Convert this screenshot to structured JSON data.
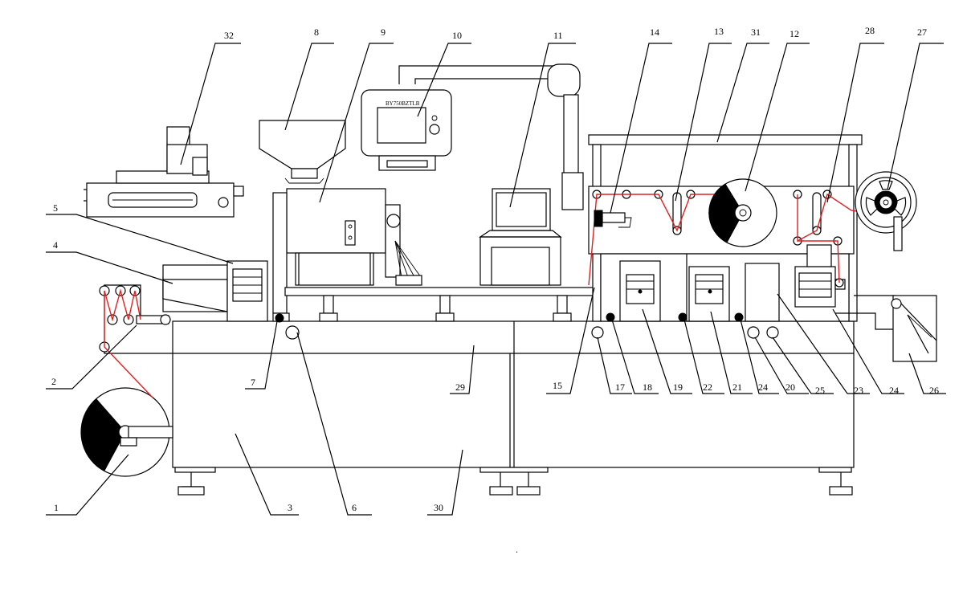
{
  "diagram": {
    "panel_text": "BY750BZTLB",
    "dot_mark": ".",
    "labels": [
      {
        "id": "1",
        "text": "1"
      },
      {
        "id": "2",
        "text": "2"
      },
      {
        "id": "3",
        "text": "3"
      },
      {
        "id": "4",
        "text": "4"
      },
      {
        "id": "5",
        "text": "5"
      },
      {
        "id": "6",
        "text": "6"
      },
      {
        "id": "7",
        "text": "7"
      },
      {
        "id": "8",
        "text": "8"
      },
      {
        "id": "9",
        "text": "9"
      },
      {
        "id": "10",
        "text": "10"
      },
      {
        "id": "11",
        "text": "11"
      },
      {
        "id": "12",
        "text": "12"
      },
      {
        "id": "13",
        "text": "13"
      },
      {
        "id": "14",
        "text": "14"
      },
      {
        "id": "15",
        "text": "15"
      },
      {
        "id": "17",
        "text": "17"
      },
      {
        "id": "18",
        "text": "18"
      },
      {
        "id": "19",
        "text": "19"
      },
      {
        "id": "20",
        "text": "20"
      },
      {
        "id": "21",
        "text": "21"
      },
      {
        "id": "22",
        "text": "22"
      },
      {
        "id": "23",
        "text": "23"
      },
      {
        "id": "24a",
        "text": "24"
      },
      {
        "id": "24b",
        "text": "24"
      },
      {
        "id": "25",
        "text": "25"
      },
      {
        "id": "26",
        "text": "26"
      },
      {
        "id": "27",
        "text": "27"
      },
      {
        "id": "28",
        "text": "28"
      },
      {
        "id": "29",
        "text": "29"
      },
      {
        "id": "30",
        "text": "30"
      },
      {
        "id": "31",
        "text": "31"
      },
      {
        "id": "32",
        "text": "32"
      }
    ]
  }
}
